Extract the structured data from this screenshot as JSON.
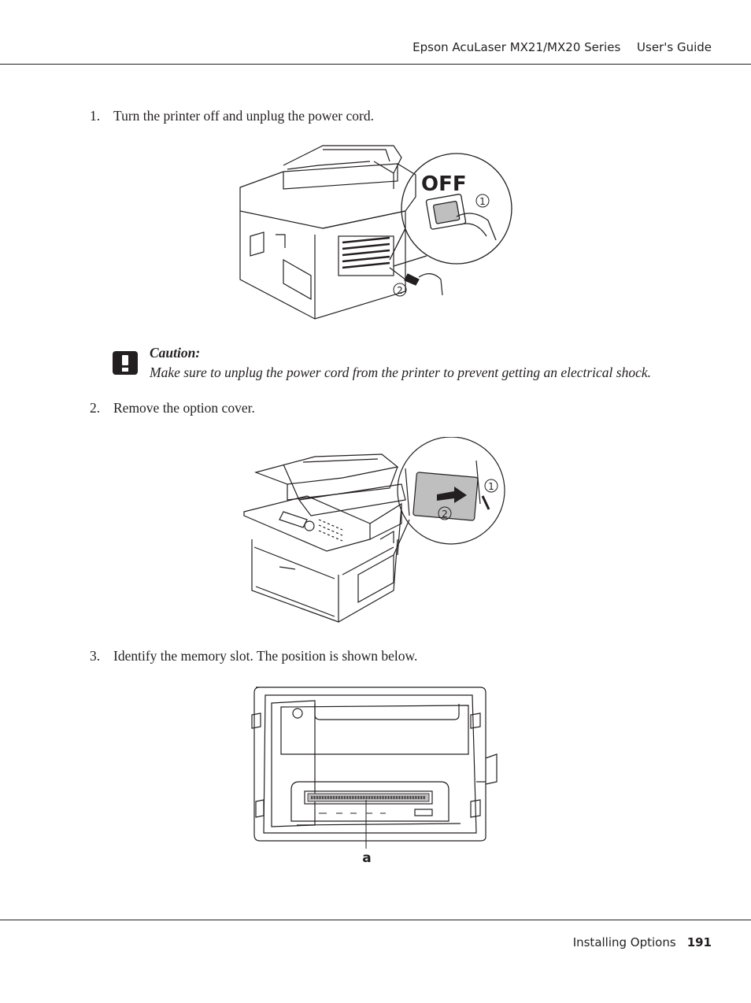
{
  "header": {
    "product": "Epson AcuLaser MX21/MX20 Series",
    "guide": "User's Guide"
  },
  "steps": [
    {
      "number": "1.",
      "text": "Turn the printer off and unplug the power cord."
    },
    {
      "number": "2.",
      "text": "Remove the option cover."
    },
    {
      "number": "3.",
      "text": "Identify the memory slot. The position is shown below."
    }
  ],
  "caution": {
    "title": "Caution:",
    "text": "Make sure to unplug the power cord from the printer to prevent getting an electrical shock."
  },
  "figures": {
    "power_off": {
      "switch_label": "OFF",
      "callout_1": "1",
      "callout_2": "2"
    },
    "option_cover": {
      "callout_1": "1",
      "callout_2": "2"
    },
    "memory_slot": {
      "callout_a": "a"
    }
  },
  "footer": {
    "section": "Installing Options",
    "page_number": "191"
  }
}
